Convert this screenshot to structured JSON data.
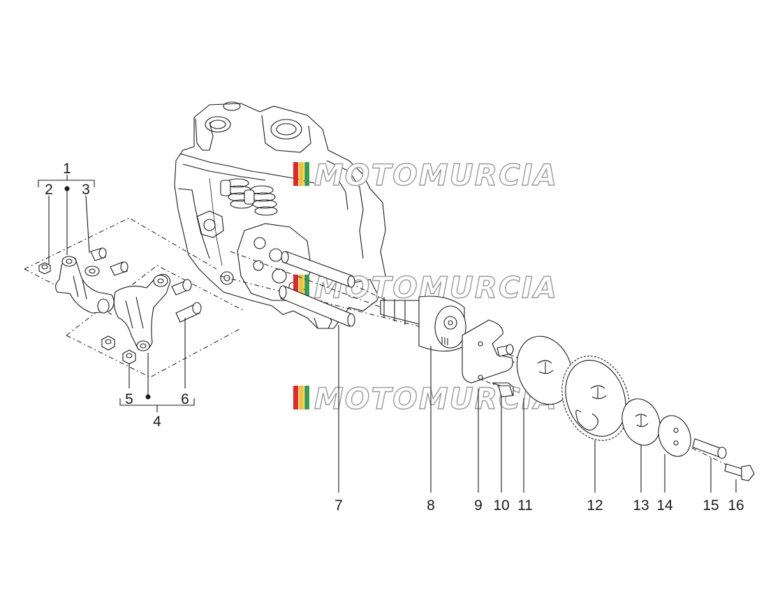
{
  "diagram": {
    "watermark": "MOTOMURCIA",
    "watermark_colors": [
      "#e3262b",
      "#f2c230",
      "#3b9c4a"
    ],
    "part_numbers": [
      "1",
      "2",
      "3",
      "4",
      "5",
      "6",
      "7",
      "8",
      "9",
      "10",
      "11",
      "12",
      "13",
      "14",
      "15",
      "16"
    ]
  }
}
